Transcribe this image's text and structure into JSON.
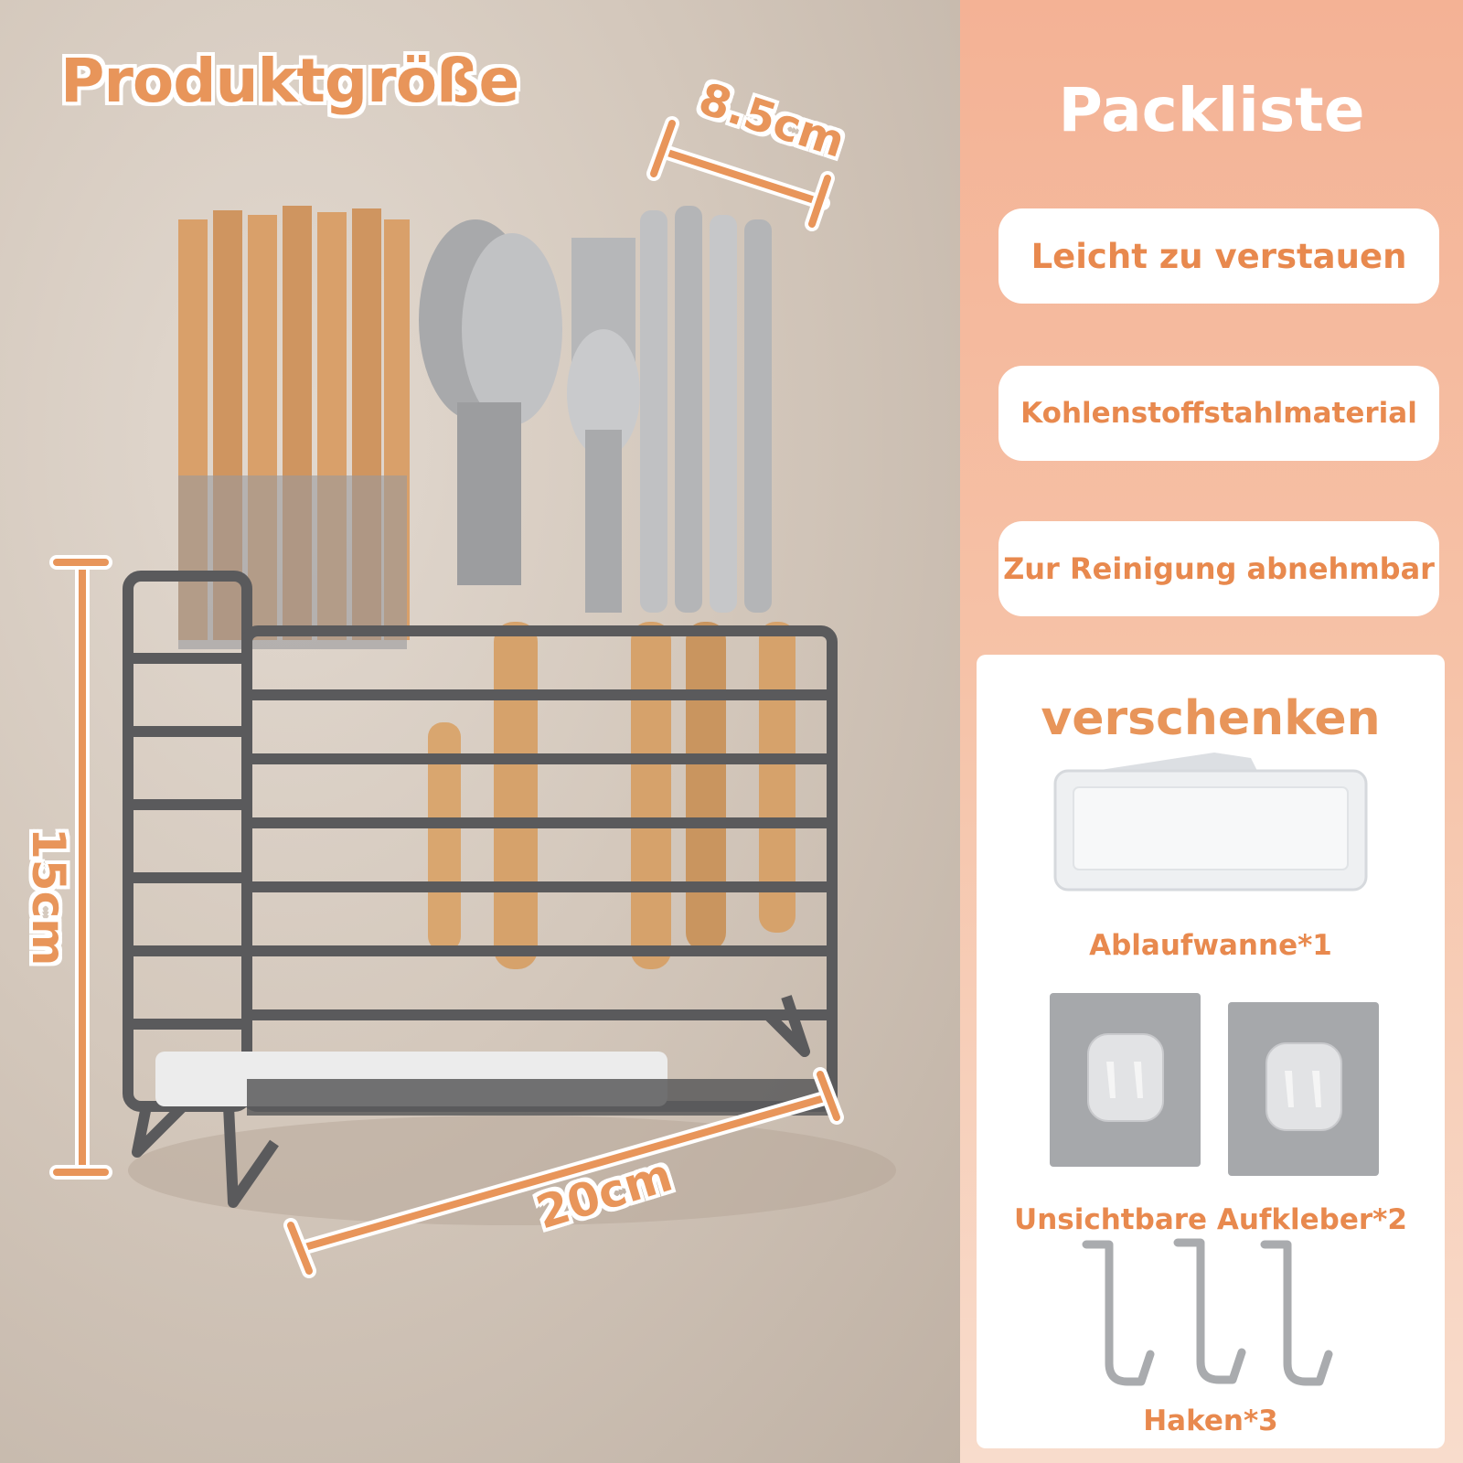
{
  "photo": {
    "headline": "Produktgröße",
    "dimensions": {
      "depth": "8.5cm",
      "height": "15cm",
      "width": "20cm"
    }
  },
  "packing_list": {
    "title": "Packliste",
    "features": [
      "Leicht zu verstauen",
      "Kohlenstoffstahlmaterial",
      "Zur Reinigung abnehmbar"
    ],
    "gifts": {
      "title": "verschenken",
      "items": [
        {
          "label": "Ablaufwanne*1"
        },
        {
          "label": "Unsichtbare Aufkleber*2"
        },
        {
          "label": "Haken*3"
        }
      ]
    }
  },
  "colors": {
    "accent": "#e8894e",
    "panel_top": "#f4b295",
    "panel_bottom": "#f8dccc",
    "rack": "#5a5a5c"
  }
}
